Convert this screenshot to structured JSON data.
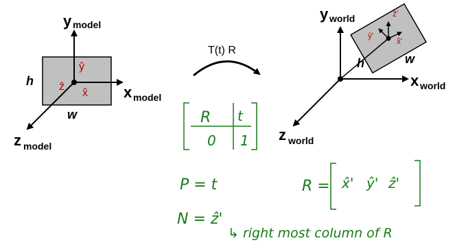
{
  "model": {
    "axis_y": "y",
    "axis_y_sub": "model",
    "axis_x": "x",
    "axis_x_sub": "model",
    "axis_z": "z",
    "axis_z_sub": "model",
    "height": "h",
    "width": "w",
    "unit_y": "ŷ",
    "unit_x": "x̂",
    "unit_z": "ẑ"
  },
  "transform": {
    "label": "T(t) R",
    "matrix": {
      "r00": "R",
      "r01": "t",
      "r10": "0",
      "r11": "1"
    }
  },
  "world": {
    "axis_y": "y",
    "axis_y_sub": "world",
    "axis_x": "x",
    "axis_x_sub": "world",
    "axis_z": "z",
    "axis_z_sub": "world",
    "height": "h",
    "width": "w",
    "unit_y": "ŷ'",
    "unit_x": "x̂'",
    "unit_z": "ẑ'"
  },
  "notes": {
    "p_eq": "P = t",
    "n_eq": "N = ẑ'",
    "r_eq": "R =",
    "r_cols": [
      "x̂'",
      "ŷ'",
      "ẑ'"
    ],
    "comment": "↳ right most column of R"
  },
  "colors": {
    "plane": "#c0c0c0",
    "red": "#c00000",
    "green": "#1a7a1a"
  }
}
